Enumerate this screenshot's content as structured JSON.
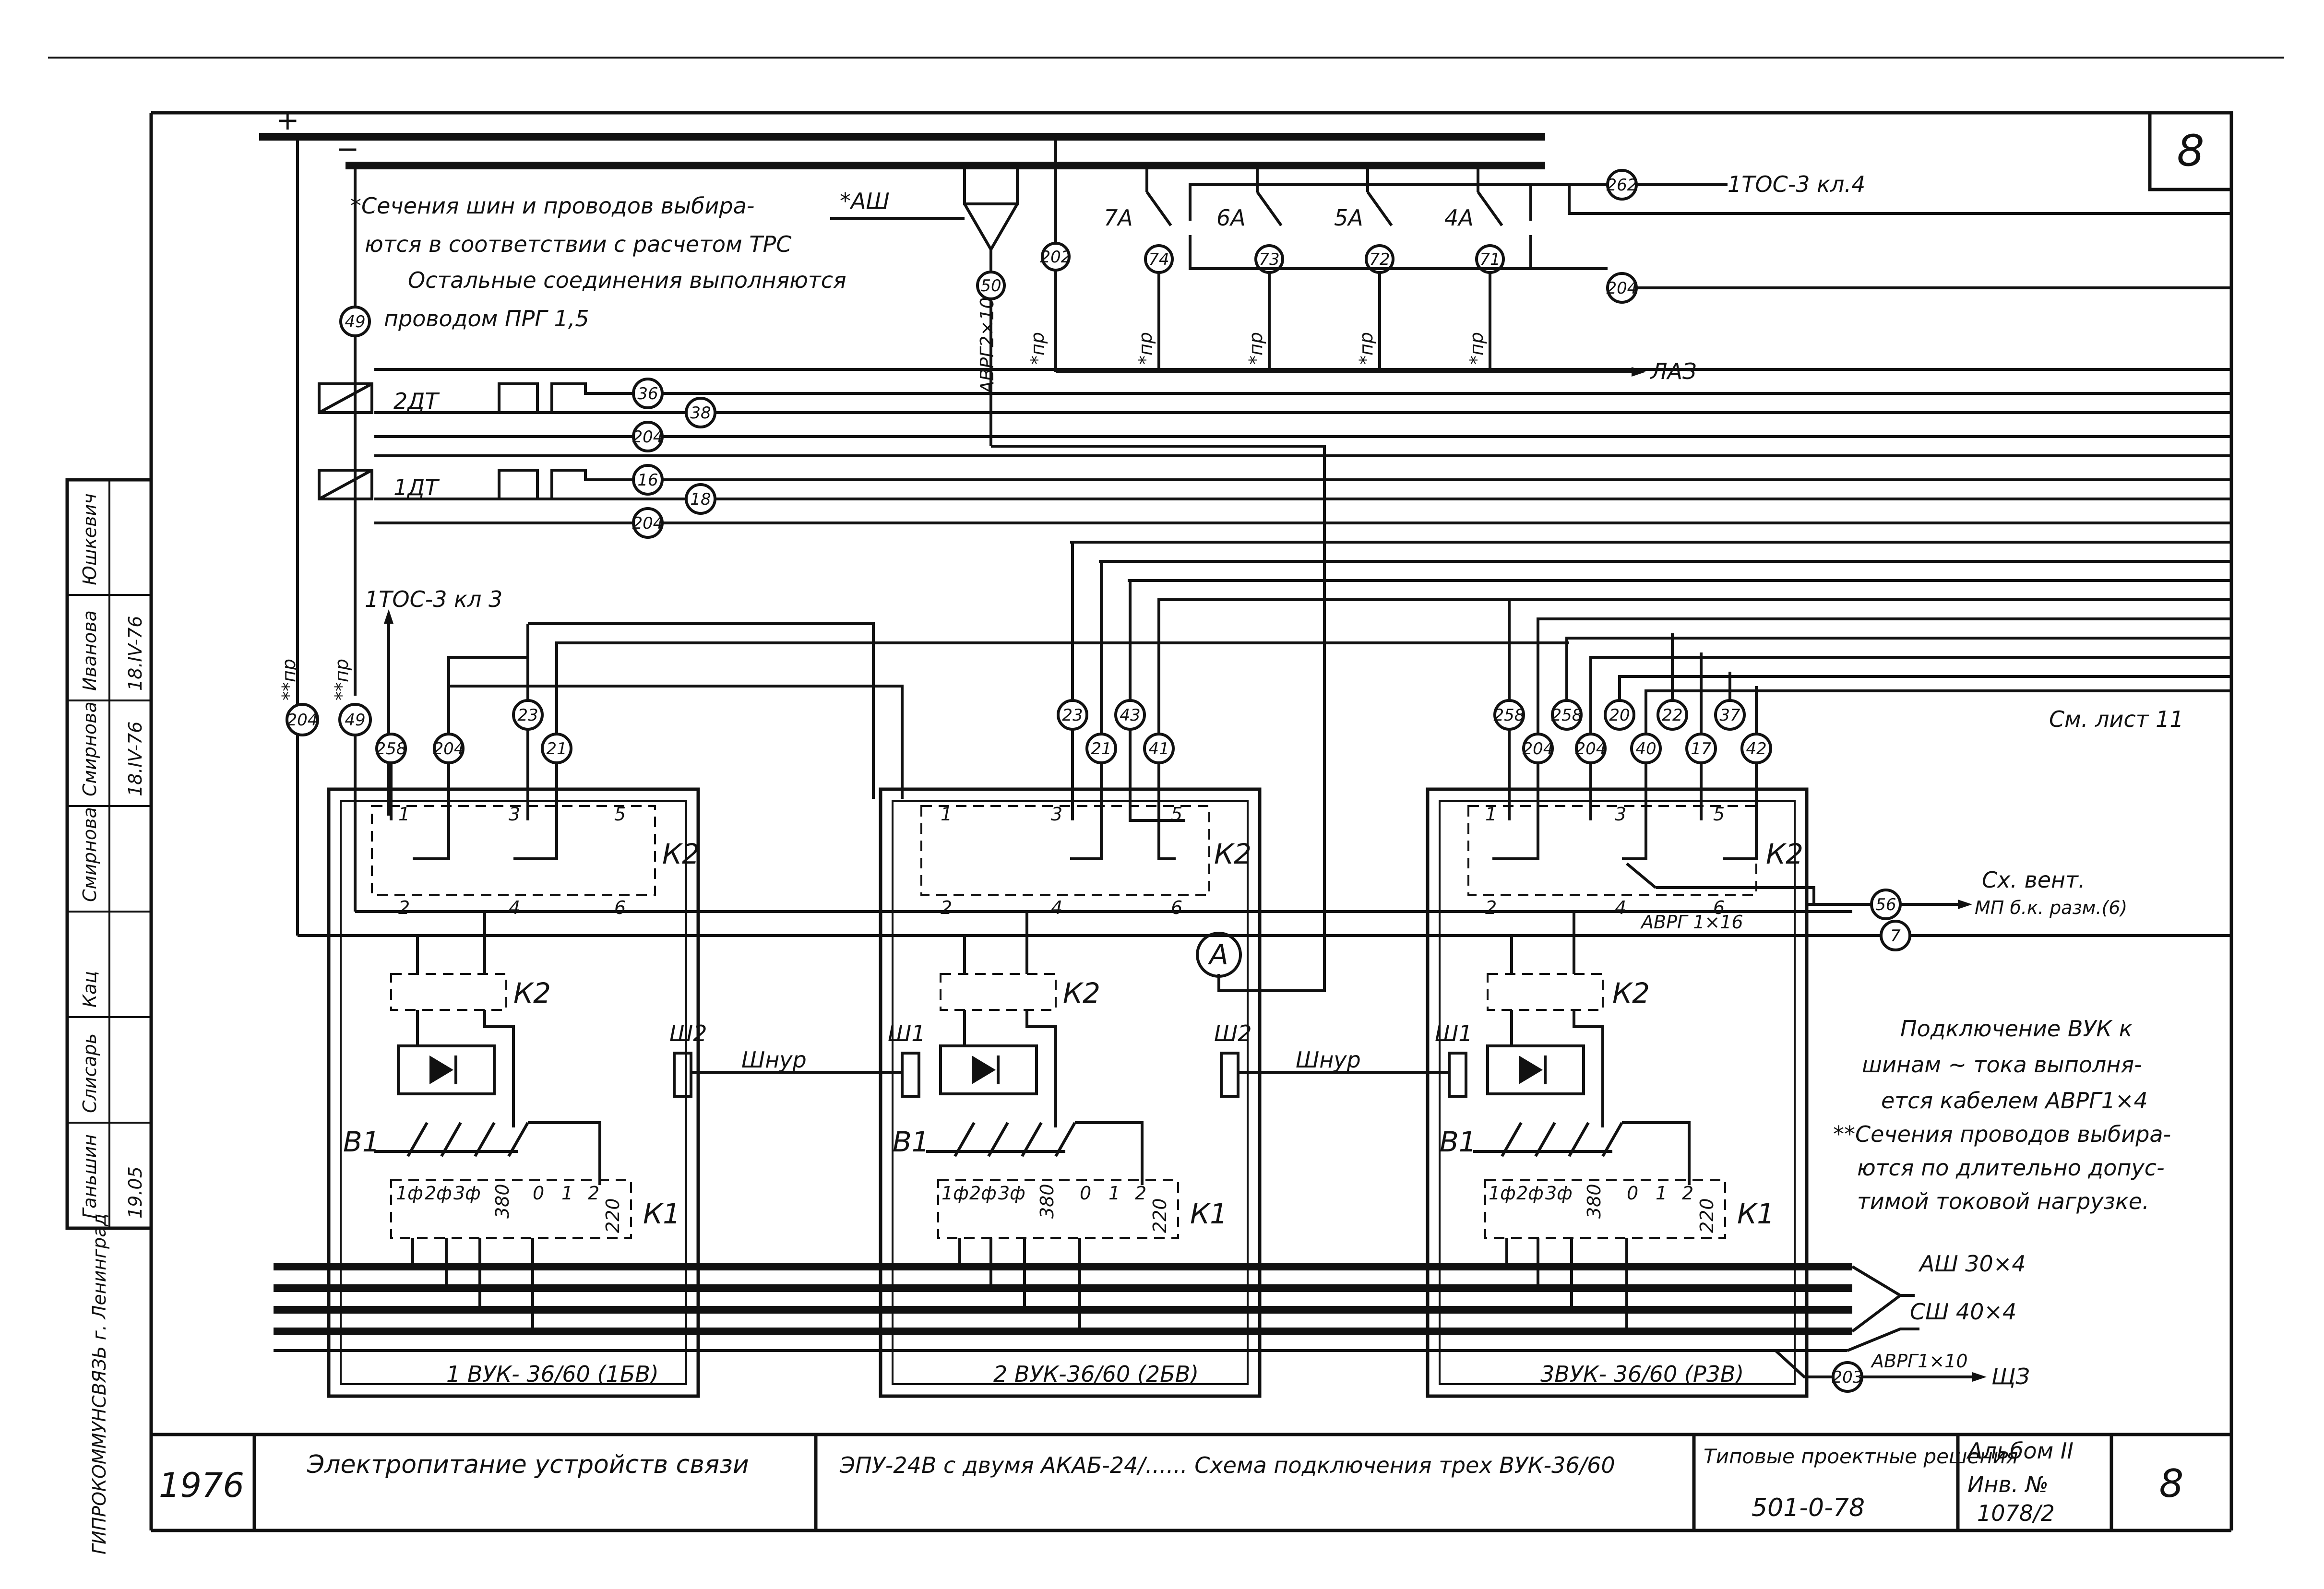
{
  "sheet": {
    "page_number": "8",
    "title_block": {
      "year": "1976",
      "subject": "Электропитание устройств связи",
      "drawing_title": "ЭПУ-24В с двумя АКАБ-24/...... Схема подключения трех ВУК-36/60",
      "series_label": "Типовые проектные решения",
      "series_number": "501-0-78",
      "album_label": "Альбом II",
      "inv_label": "Инв. №",
      "inv_number": "1078/2",
      "sheet_number": "8"
    },
    "side_stamp": {
      "org": "ГИПРОКОММУНСВЯЗЬ г. Ленинград",
      "names": [
        "Ганьшин",
        "Слисарь",
        "Кац",
        "Смирнова",
        "Смирнова",
        "Иванова",
        "Юшкевич"
      ],
      "dates": [
        "19.05",
        "18.IV-76",
        "18.IV-76"
      ]
    }
  },
  "notes": {
    "bus_note_1": "*Сечения шин и проводов выбира-",
    "bus_note_2": "ются в соответствии с расчетом ТРС",
    "bus_note_3": "Остальные соединения выполняются",
    "bus_note_4": "проводом ПРГ 1,5",
    "see_sheet": "См. лист 11",
    "vuk_note_1": "Подключение ВУК к",
    "vuk_note_2": "шинам ~ тока выполня-",
    "vuk_note_3": "ется кабелем АВРГ1×4",
    "wire_note_1": "**Сечения проводов выбира-",
    "wire_note_2": "ются по длительно допус-",
    "wire_note_3": "тимой токовой нагрузке."
  },
  "labels": {
    "plus": "+",
    "minus": "−",
    "ash": "*АШ",
    "cable_avrg2x10": "АВРГ2×10",
    "pr": "*пр",
    "pr2": "**пр",
    "tos3_kl4": "1ТОС-3 кл.4",
    "tos3_kl3": "1ТОС-3 кл 3",
    "laz": "ЛАЗ",
    "dt2": "2ДТ",
    "dt1": "1ДТ",
    "fuse_7a": "7А",
    "fuse_6a": "6А",
    "fuse_5a": "5А",
    "fuse_4a": "4А",
    "k2": "К2",
    "k1": "К1",
    "b1": "В1",
    "sh1": "Ш1",
    "sh2": "Ш2",
    "cord": "Шнур",
    "ammeter": "А",
    "avrg1x16": "АВРГ 1×16",
    "vent": "Сх. вент.",
    "vent2": "МП б.к. разм.(6)",
    "ash30": "АШ 30×4",
    "sh40": "СШ 40×4",
    "avrg1x10": "АВРГ1×10",
    "shz": "ЩЗ",
    "vuk1": "1 ВУК- 36/60 (1БВ)",
    "vuk2": "2 ВУК-36/60 (2БВ)",
    "vuk3": "3ВУК- 36/60 (Р3В)",
    "term_1f": "1ф",
    "term_2f": "2ф",
    "term_3f": "3ф",
    "term_380": "380",
    "term_0": "0",
    "term_1": "1",
    "term_2": "2",
    "term_220": "220",
    "k2_1": "1",
    "k2_2": "2",
    "k2_3": "3",
    "k2_4": "4",
    "k2_5": "5",
    "k2_6": "6"
  },
  "wire_marks": {
    "w262": "262",
    "w204a": "204",
    "w50": "50",
    "w202": "202",
    "w74": "74",
    "w73": "73",
    "w72": "72",
    "w71": "71",
    "w49": "49",
    "w36": "36",
    "w38": "38",
    "w204b": "204",
    "w16": "16",
    "w18": "18",
    "w204c": "204",
    "w204d": "204",
    "w49b": "49",
    "v1_258": "258",
    "v1_204": "204",
    "v1_23": "23",
    "v1_21": "21",
    "v2_23": "23",
    "v2_21": "21",
    "v2_43": "43",
    "v2_41": "41",
    "v3_258a": "258",
    "v3_258b": "258",
    "v3_20": "20",
    "v3_22": "22",
    "v3_37": "37",
    "v3_204a": "204",
    "v3_204b": "204",
    "v3_40": "40",
    "v3_17": "17",
    "v3_42": "42",
    "w56": "56",
    "w7": "7",
    "w203": "203"
  }
}
